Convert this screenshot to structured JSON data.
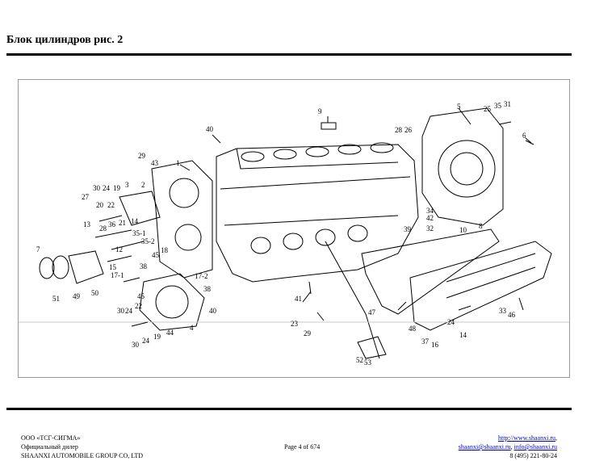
{
  "header": {
    "title": "Блок цилиндров рис. 2"
  },
  "figure": {
    "labels": [
      "40",
      "9",
      "28",
      "26",
      "5",
      "25",
      "35",
      "31",
      "6",
      "29",
      "43",
      "1",
      "30",
      "24",
      "19",
      "3",
      "2",
      "27",
      "20",
      "22",
      "13",
      "36",
      "21",
      "28",
      "14",
      "35-1",
      "35-2",
      "12",
      "7",
      "45",
      "18",
      "15",
      "38",
      "17-1",
      "51",
      "49",
      "50",
      "30",
      "24",
      "22",
      "45",
      "44",
      "4",
      "40",
      "17-2",
      "38",
      "34",
      "42",
      "32",
      "39",
      "10",
      "8",
      "41",
      "23",
      "29",
      "47",
      "48",
      "37",
      "16",
      "24",
      "14",
      "33",
      "46",
      "52",
      "53",
      "30",
      "24",
      "19"
    ]
  },
  "footer": {
    "company": "ООО «ТСГ-СИГМА»",
    "dealer": "Официальный дилер",
    "group": "SHAANXI AUTOMOBILE GROUP CO, LTD",
    "page": "Page 4 of 674",
    "site": "http://www.shaanxi.ru",
    "site_suffix": ",",
    "email1": "shaanxi@shaanxi.ru",
    "email_sep": ", ",
    "email2": "info@shaanxi.ru",
    "phone": "8 (495) 221-80-24"
  }
}
